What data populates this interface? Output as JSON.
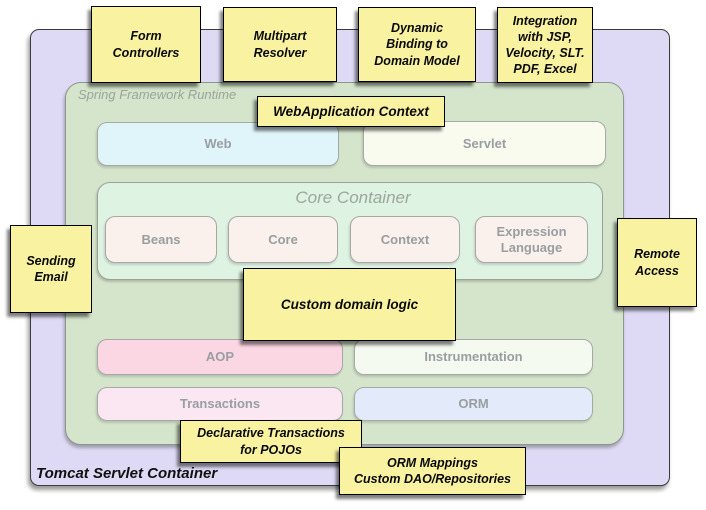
{
  "containers": {
    "tomcat_label": "Tomcat Servlet Container",
    "runtime_label": "Spring Framework Runtime",
    "core_title": "Core Container"
  },
  "modules": {
    "web": "Web",
    "servlet": "Servlet",
    "beans": "Beans",
    "core": "Core",
    "context": "Context",
    "expression_language": "Expression\nLanguage",
    "aop": "AOP",
    "instrumentation": "Instrumentation",
    "transactions": "Transactions",
    "orm": "ORM"
  },
  "notes": {
    "form_controllers": "Form\nControllers",
    "multipart_resolver": "Multipart\nResolver",
    "dynamic_binding": "Dynamic\nBinding to\nDomain Model",
    "integration": "Integration\nwith JSP,\nVelocity, SLT.\nPDF, Excel",
    "webapplication_context": "WebApplication Context",
    "sending_email": "Sending\nEmail",
    "remote_access": "Remote\nAccess",
    "custom_domain_logic": "Custom domain logic",
    "declarative_transactions": "Declarative Transactions\nfor POJOs",
    "orm_mappings": "ORM Mappings\nCustom DAO/Repositories"
  },
  "colors": {
    "sticky_note": "#F9F2A0",
    "outer_container": "#DEDAF5",
    "runtime_container": "#D5E5CC",
    "core_container": "#DFF3E3",
    "web_box": "#E0F5FA",
    "servlet_box": "#FAFBEF",
    "core_modules_box": "#FAF0EC",
    "aop_box": "#FBD7E3",
    "instrumentation_box": "#F5FAF0",
    "transactions_box": "#FAE7F2",
    "orm_box": "#E3EAF9",
    "muted_label": "#999EA2"
  }
}
